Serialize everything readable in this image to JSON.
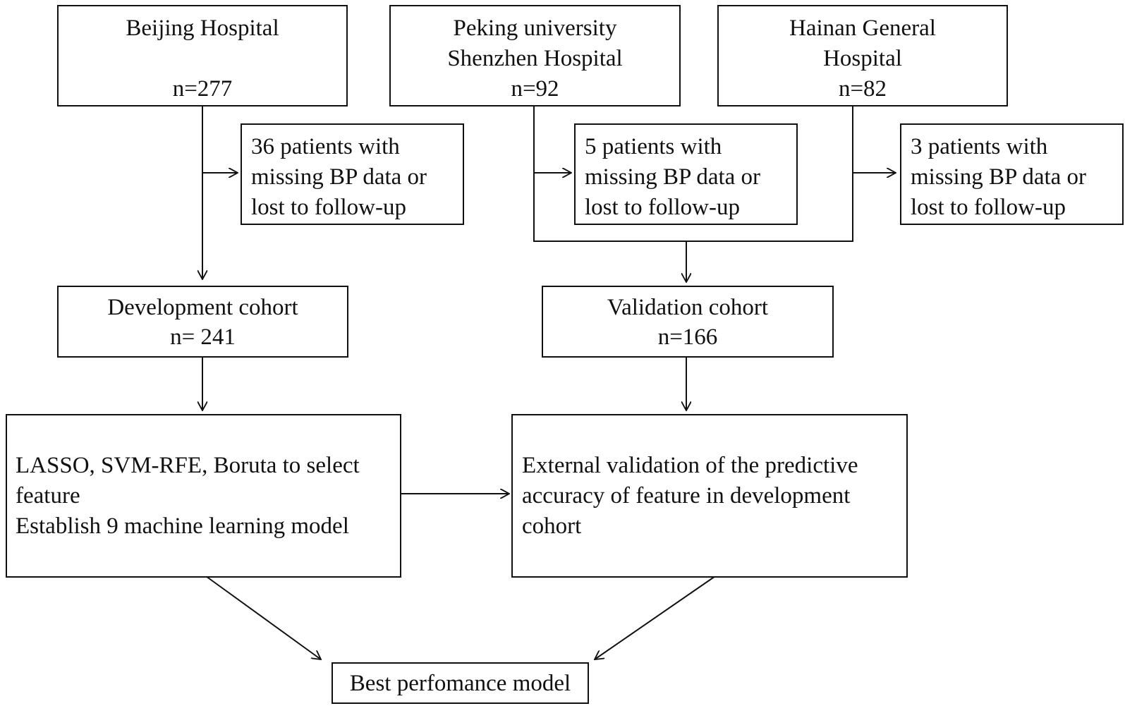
{
  "nodes": {
    "beijing": {
      "name": "Beijing Hospital",
      "n": "n=277"
    },
    "peking": {
      "line1": "Peking university",
      "line2": "Shenzhen Hospital",
      "n": "n=92"
    },
    "hainan": {
      "line1": "Hainan General",
      "line2": "Hospital",
      "n": "n=82"
    },
    "excl_beijing": {
      "line1": "36 patients with",
      "line2": "missing BP data or",
      "line3": "lost to follow-up"
    },
    "excl_peking": {
      "line1": "5 patients with",
      "line2": "missing BP data or",
      "line3": "lost to follow-up"
    },
    "excl_hainan": {
      "line1": "3 patients with",
      "line2": "missing BP data or",
      "line3": "lost to follow-up"
    },
    "development": {
      "line1": "Development cohort",
      "line2": "n= 241"
    },
    "validation": {
      "line1": "Validation cohort",
      "line2": "n=166"
    },
    "methods": {
      "line1": "LASSO, SVM-RFE, Boruta to select",
      "line2": "feature",
      "line3": "Establish 9 machine learning model"
    },
    "external": {
      "line1": "External validation of the predictive",
      "line2": "accuracy of feature in development",
      "line3": "cohort"
    },
    "best": {
      "label": "Best perfomance model"
    }
  },
  "colors": {
    "line": "#111111",
    "background": "#ffffff"
  }
}
